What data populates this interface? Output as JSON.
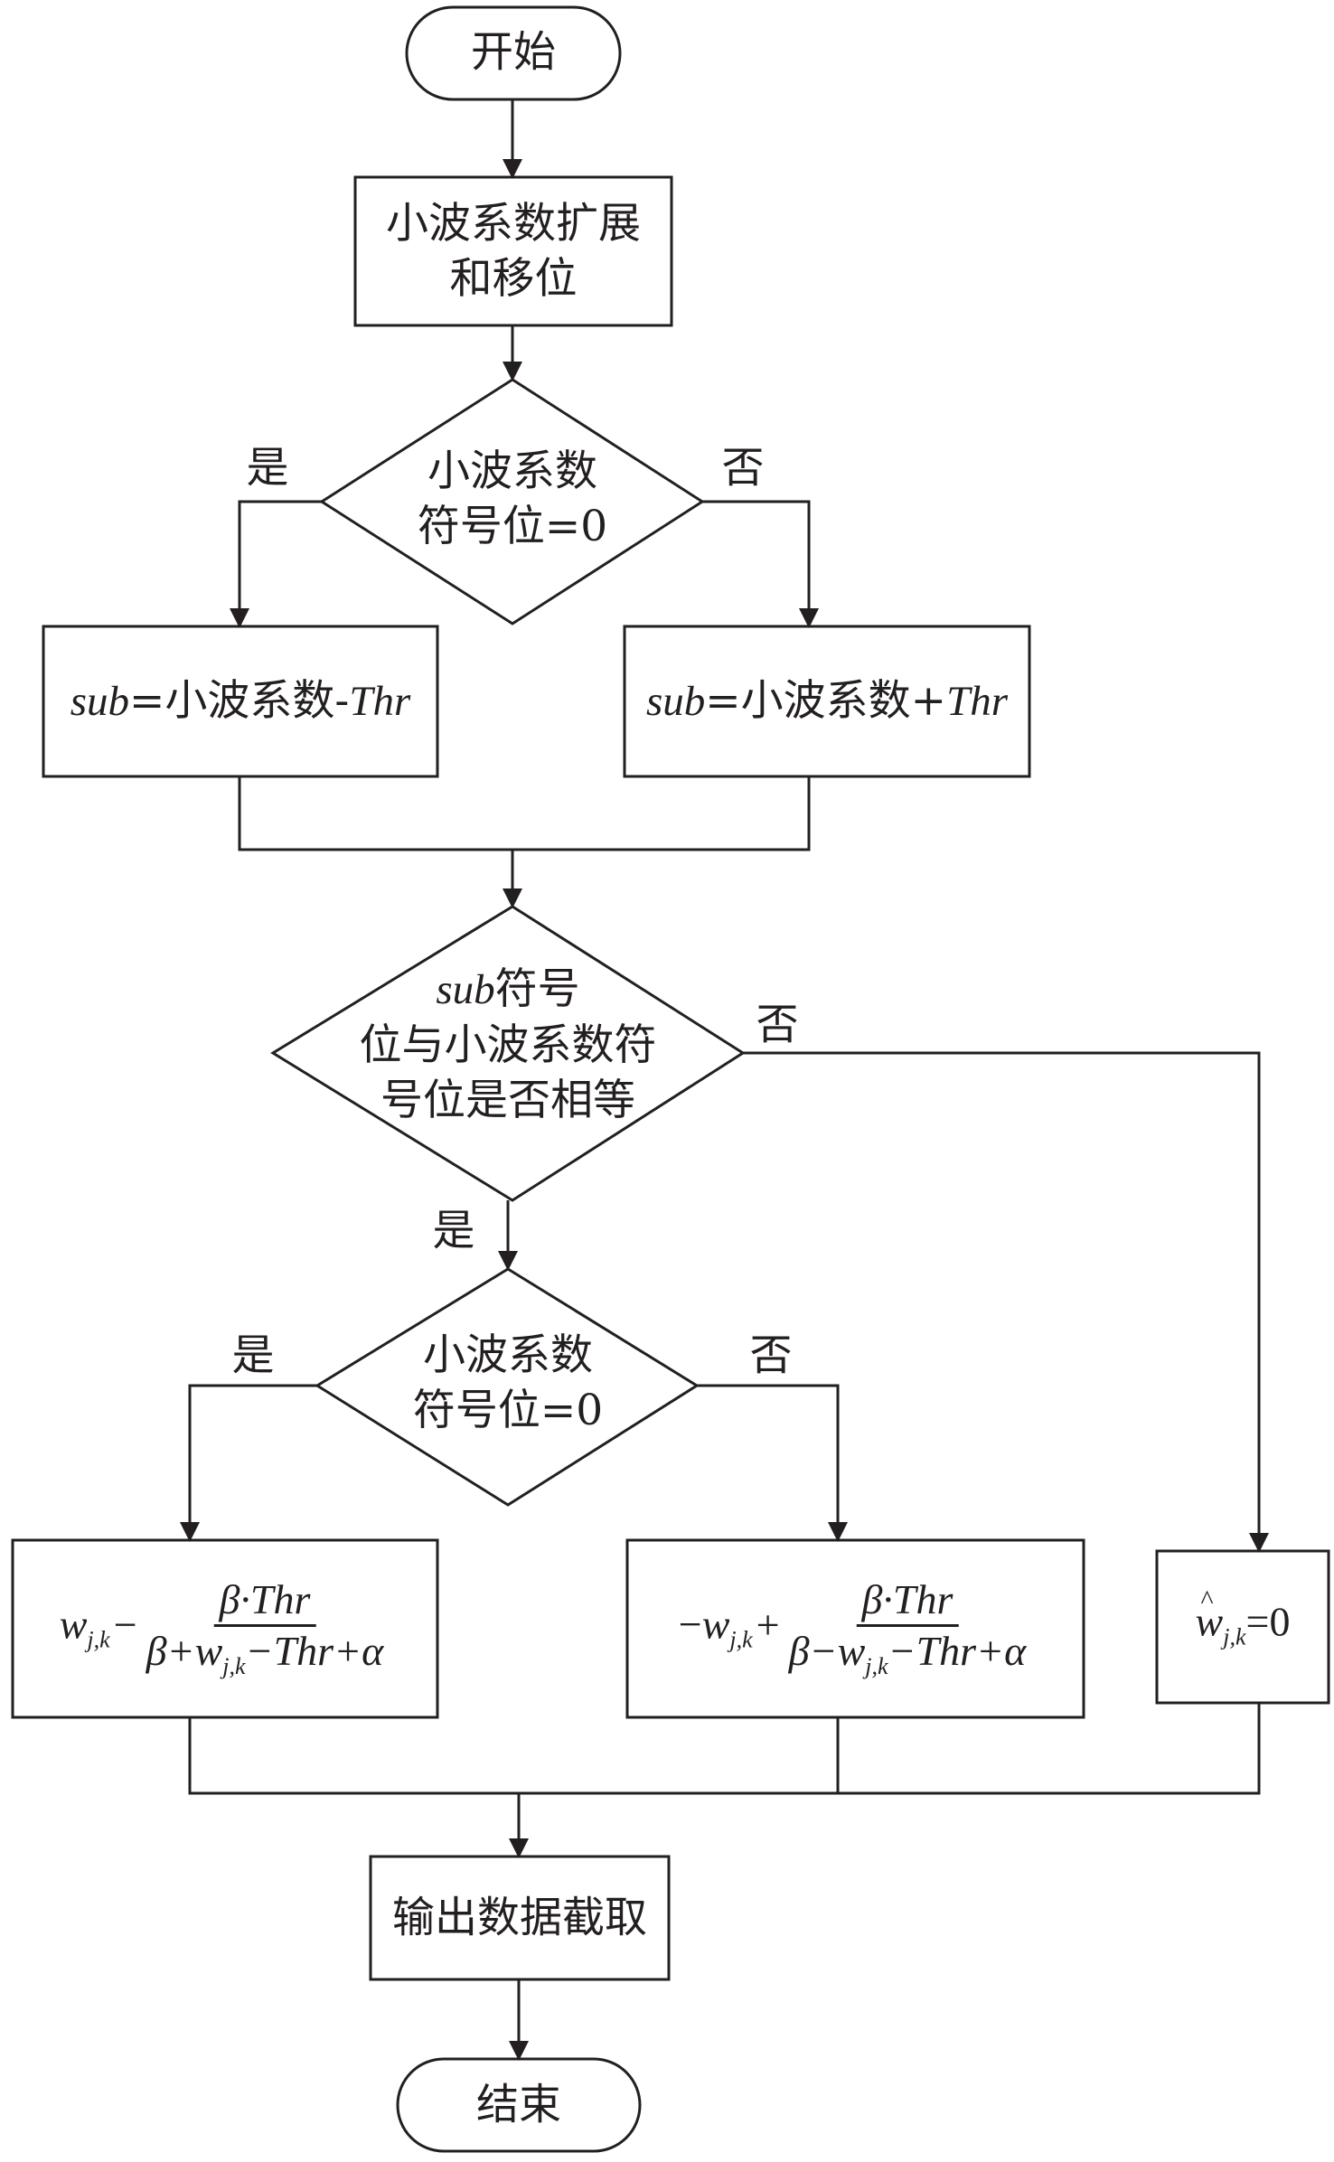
{
  "nodes": {
    "start": "开始",
    "expand": [
      "小波系数扩展",
      "和移位"
    ],
    "decision1": [
      "小波系数",
      "符号位=0"
    ],
    "left_sub": {
      "var": "sub",
      "mid": "=小波系数-",
      "thr": "Thr"
    },
    "right_sub": {
      "var": "sub",
      "mid": "=小波系数+",
      "thr": "Thr"
    },
    "decision2": {
      "line1_var": "sub",
      "line1_rest": "符号",
      "line2": "位与小波系数符",
      "line3": "号位是否相等"
    },
    "decision3": [
      "小波系数",
      "符号位=0"
    ],
    "formula_left": {
      "w": "w",
      "sub": "j,k",
      "minus": "−",
      "num": "β·Thr",
      "den_beta": "β+",
      "den_w": "w",
      "den_sub": "j,k",
      "den_rest": "−Thr+α"
    },
    "formula_right": {
      "neg": "−",
      "w": "w",
      "sub": "j,k",
      "plus": "+",
      "num": "β·Thr",
      "den_beta": "β−",
      "den_w": "w",
      "den_sub": "j,k",
      "den_rest": "−Thr+α"
    },
    "zero_result": {
      "w": "w",
      "sub": "j,k",
      "rest": "=0"
    },
    "output": "输出数据截取",
    "end": "结束"
  },
  "edge_labels": {
    "yes": "是",
    "no": "否"
  },
  "colors": {
    "stroke": "#231f20",
    "background": "#ffffff"
  }
}
